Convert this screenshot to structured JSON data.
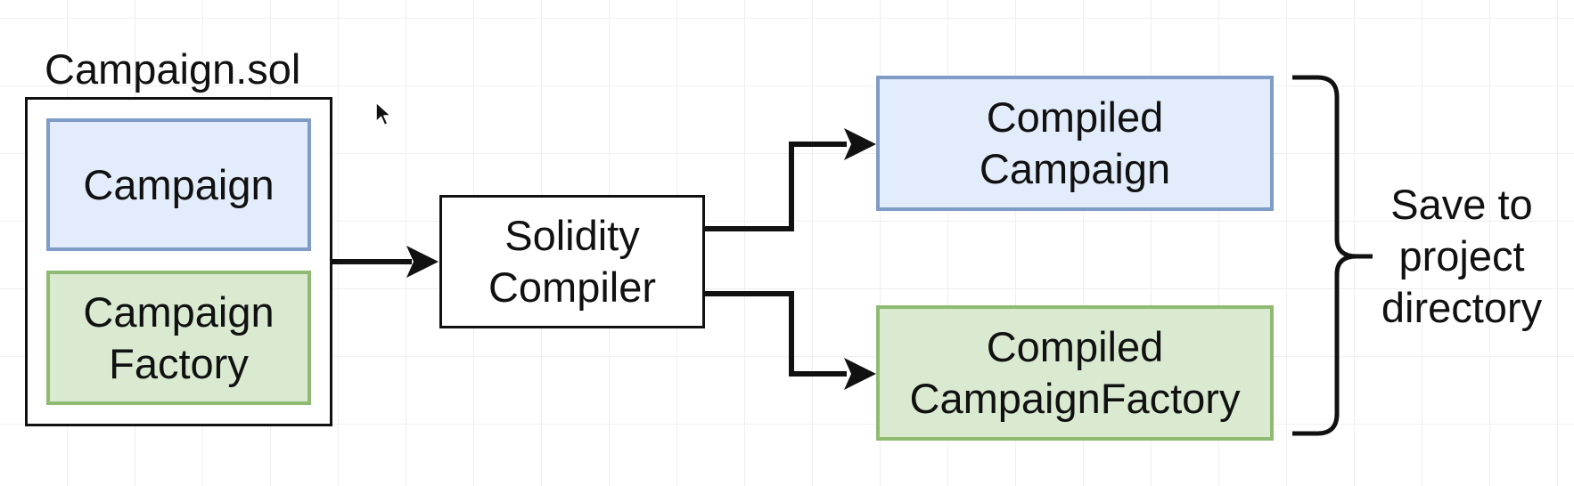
{
  "file": {
    "title": "Campaign.sol",
    "contracts": [
      {
        "lines": [
          "Campaign"
        ]
      },
      {
        "lines": [
          "Campaign",
          "Factory"
        ]
      }
    ]
  },
  "compiler": {
    "lines": [
      "Solidity",
      "Compiler"
    ]
  },
  "outputs": [
    {
      "lines": [
        "Compiled",
        "Campaign"
      ]
    },
    {
      "lines": [
        "Compiled",
        "CampaignFactory"
      ]
    }
  ],
  "brace_label": {
    "lines": [
      "Save to",
      "project",
      "directory"
    ]
  },
  "colors": {
    "blue_fill": "#e3ecfb",
    "blue_border": "#7f9cc7",
    "green_fill": "#d9ead1",
    "green_border": "#8fba72",
    "line": "#111111"
  }
}
